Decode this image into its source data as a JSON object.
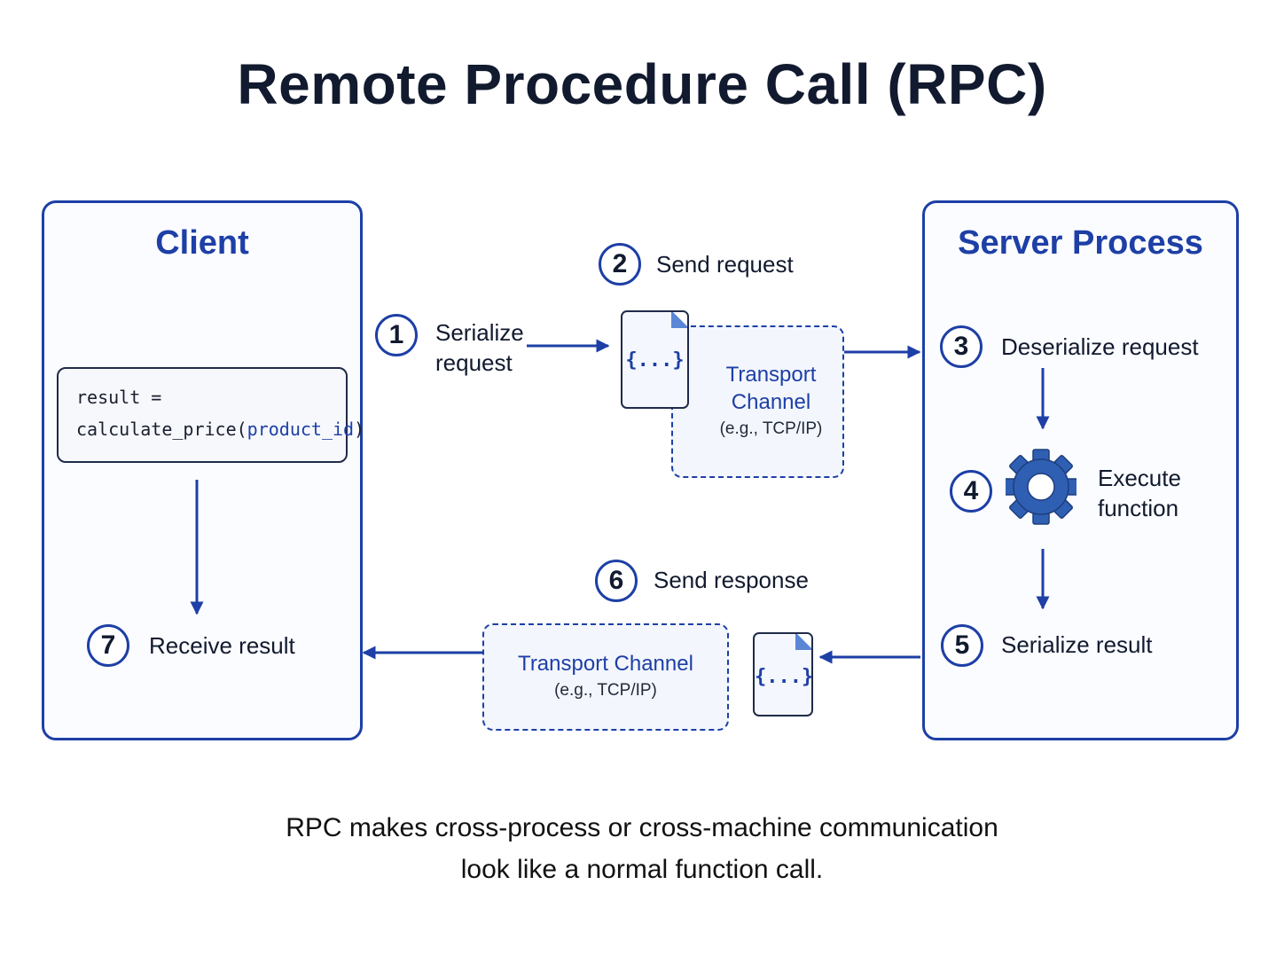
{
  "title": "Remote Procedure Call (RPC)",
  "client": {
    "title": "Client",
    "code_line1": "result =",
    "code_fn": "calculate_price(",
    "code_arg": "product_id",
    "code_close": ")"
  },
  "server": {
    "title": "Server Process"
  },
  "steps": {
    "s1": {
      "num": "1",
      "line1": "Serialize",
      "line2": "request"
    },
    "s2": {
      "num": "2",
      "label": "Send request"
    },
    "s3": {
      "num": "3",
      "label": "Deserialize request"
    },
    "s4": {
      "num": "4",
      "line1": "Execute",
      "line2": "function"
    },
    "s5": {
      "num": "5",
      "label": "Serialize result"
    },
    "s6": {
      "num": "6",
      "label": "Send response"
    },
    "s7": {
      "num": "7",
      "label": "Receive result"
    }
  },
  "channel_request": {
    "line1": "Transport",
    "line2": "Channel",
    "sub": "(e.g., TCP/IP)"
  },
  "channel_response": {
    "name": "Transport Channel",
    "sub": "(e.g., TCP/IP)"
  },
  "payload_icon": "{...}",
  "caption": {
    "line1": "RPC makes cross-process or cross-machine communication",
    "line2": "look like a normal function call."
  },
  "colors": {
    "accent": "#1d3fa6",
    "gear": "#2f5fb3",
    "text": "#111a2e"
  },
  "icons": [
    "document-icon",
    "gear-icon",
    "arrow-icon"
  ]
}
